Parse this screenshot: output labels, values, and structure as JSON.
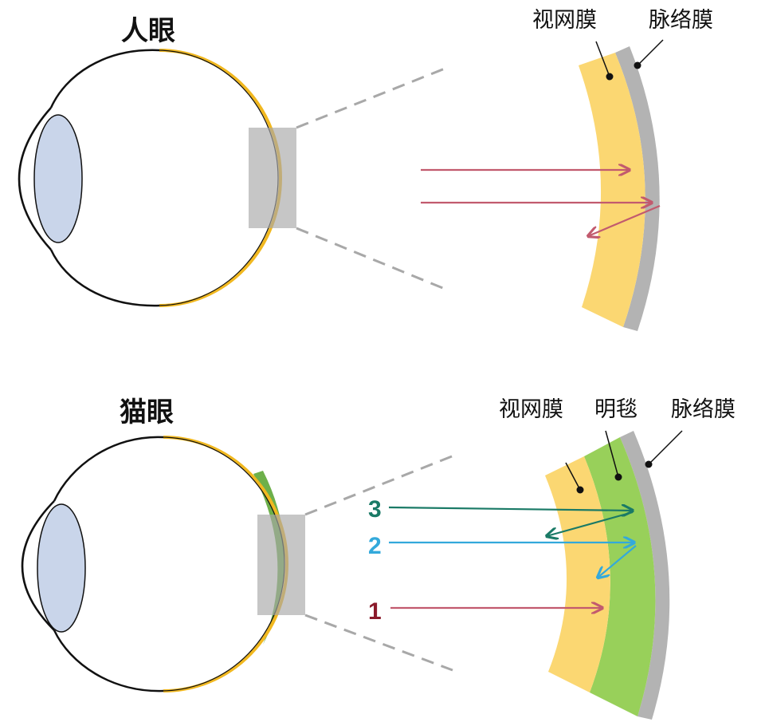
{
  "human": {
    "title": "人眼",
    "retina_label": "视网膜",
    "choroid_label": "脉络膜"
  },
  "cat": {
    "title": "猫眼",
    "retina_label": "视网膜",
    "tapetum_label": "明毯",
    "choroid_label": "脉络膜",
    "rays": [
      {
        "label": "3",
        "color": "#1a7a66"
      },
      {
        "label": "2",
        "color": "#33a9db"
      },
      {
        "label": "1",
        "color": "#8b1a2b"
      }
    ]
  },
  "colors": {
    "retina": "#fbd772",
    "tapetum": "#98d05a",
    "choroid": "#b3b3b3",
    "lens": "#c9d5ea",
    "ray_human": "#c25a6e",
    "ray_cat_1": "#c25a6e",
    "ray_cat_2": "#33a9db",
    "ray_cat_3": "#1a7a66"
  }
}
